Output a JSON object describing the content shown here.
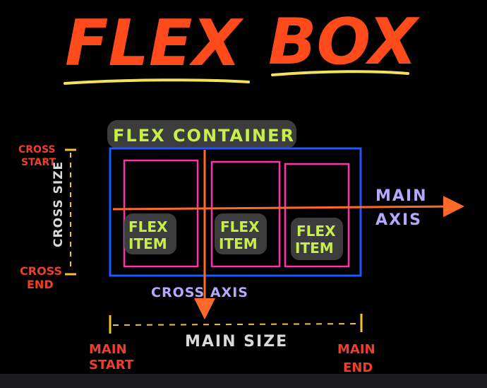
{
  "title": {
    "part1": "FLEX",
    "part2": "BOX"
  },
  "container_label": "FLEX CONTAINER",
  "items": [
    {
      "line1": "FLEX",
      "line2": "ITEM"
    },
    {
      "line1": "FLEX",
      "line2": "ITEM"
    },
    {
      "line1": "FLEX",
      "line2": "ITEM"
    }
  ],
  "labels": {
    "cross_start": {
      "line1": "CROSS",
      "line2": "START"
    },
    "cross_end": {
      "line1": "CROSS",
      "line2": "END"
    },
    "cross_size": "CROSS SIZE",
    "main_axis": {
      "line1": "MAIN",
      "line2": "AXIS"
    },
    "cross_axis": "CROSS AXIS",
    "main_size": "MAIN SIZE",
    "main_start": {
      "line1": "MAIN",
      "line2": "START"
    },
    "main_end": {
      "line1": "MAIN",
      "line2": "END"
    }
  },
  "colors": {
    "background": "#000000",
    "title": "#ff4a1c",
    "underline": "#f5e25a",
    "container_border": "#1f57ff",
    "item_border": "#ff2fb0",
    "axis": "#ff6a2a",
    "item_text": "#c8ee4a",
    "label_red": "#ee3f2a",
    "label_purple": "#b6a8ff",
    "label_gray": "#d9d9d9",
    "ticks": "#f1c232"
  }
}
